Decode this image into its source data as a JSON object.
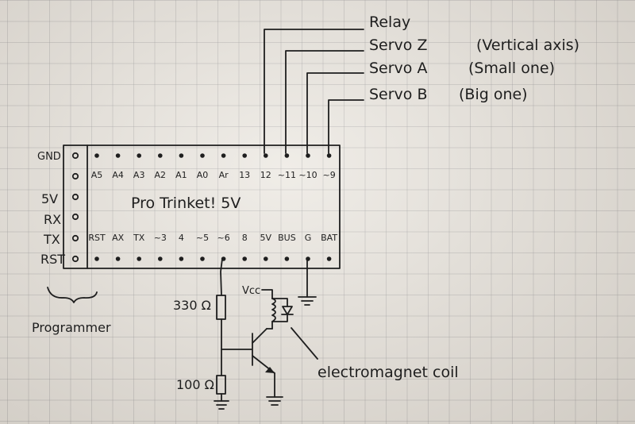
{
  "servo_labels": {
    "relay": "Relay",
    "servo_z": "Servo Z",
    "servo_z_note": "(Vertical axis)",
    "servo_a": "Servo A",
    "servo_a_note": "(Small one)",
    "servo_b": "Servo B",
    "servo_b_note": "(Big one)"
  },
  "board": {
    "name": "Pro Trinket! 5V",
    "top_pins": [
      "A5",
      "A4",
      "A3",
      "A2",
      "A1",
      "A0",
      "Ar",
      "13",
      "12",
      "~11",
      "~10",
      "~9"
    ],
    "bottom_pins": [
      "RST",
      "AX",
      "TX",
      "~3",
      "4",
      "~5",
      "~6",
      "8",
      "5V",
      "BUS",
      "G",
      "BAT"
    ]
  },
  "programmer": {
    "pins": [
      "GND",
      "5V",
      "RX",
      "TX",
      "RST"
    ],
    "label": "Programmer"
  },
  "circuit": {
    "r1": "330 Ω",
    "r2": "100 Ω",
    "vcc": "Vcc",
    "coil": "electromagnet coil"
  },
  "colors": {
    "ink": "#1e1e1e",
    "paper": "#ebe7e0"
  }
}
